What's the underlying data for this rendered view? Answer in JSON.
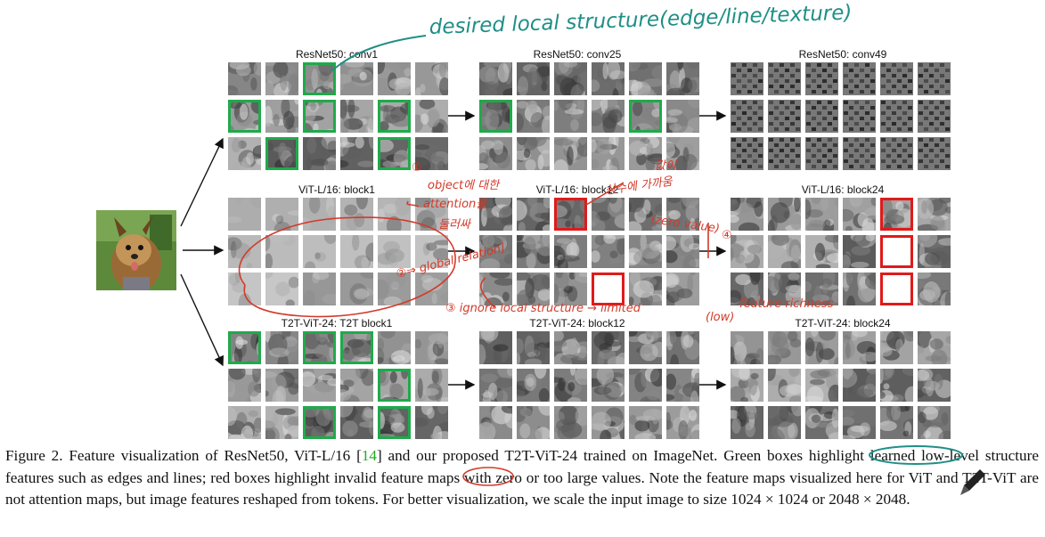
{
  "figure": {
    "input_image": "yorkshire-terrier-photo",
    "sections": [
      {
        "name": "resnet50",
        "grids": [
          {
            "label": "ResNet50: conv1",
            "highlights": {
              "green": [
                2,
                6,
                8,
                10,
                13,
                16
              ],
              "red": []
            },
            "style": "natural"
          },
          {
            "label": "ResNet50: conv25",
            "highlights": {
              "green": [
                6,
                10
              ],
              "red": []
            },
            "style": "texture"
          },
          {
            "label": "ResNet50: conv49",
            "highlights": {
              "green": [],
              "red": []
            },
            "style": "checker"
          }
        ]
      },
      {
        "name": "vit",
        "grids": [
          {
            "label": "ViT-L/16: block1",
            "highlights": {
              "green": [],
              "red": []
            },
            "style": "flat"
          },
          {
            "label": "ViT-L/16: block12",
            "highlights": {
              "green": [],
              "red": [
                2,
                15
              ]
            },
            "style": "noise"
          },
          {
            "label": "ViT-L/16: block24",
            "highlights": {
              "green": [],
              "red": [
                4,
                10,
                16
              ]
            },
            "style": "noise"
          }
        ]
      },
      {
        "name": "t2t-vit",
        "grids": [
          {
            "label": "T2T-ViT-24: T2T block1",
            "highlights": {
              "green": [
                0,
                2,
                3,
                10,
                14,
                16
              ],
              "red": []
            },
            "style": "natural"
          },
          {
            "label": "T2T-ViT-24: block12",
            "highlights": {
              "green": [],
              "red": []
            },
            "style": "noise"
          },
          {
            "label": "T2T-ViT-24: block24",
            "highlights": {
              "green": [],
              "red": []
            },
            "style": "noise"
          }
        ]
      }
    ],
    "colors": {
      "green": "#1faa4a",
      "red": "#e01a1a",
      "note_red": "#d23a2a",
      "note_teal": "#1f8f86"
    }
  },
  "annotations": {
    "teal_note": "desired local structure(edge/line/texture)",
    "red_notes": {
      "n1_a": "①",
      "n1_b": "object에 대한",
      "n1_c": "attention을",
      "n1_d": "둘러싸",
      "n2": "②⇒ global relation]",
      "n3": "③ ignore local structure → limited",
      "n3_low": "(low)",
      "n3_tail": "feature richness",
      "z1": "값이",
      "z2": "상수에 가까움",
      "z3": "(zero value)",
      "n4": "④"
    }
  },
  "caption": {
    "part1": "Figure 2. Feature visualization of ResNet50, ViT-L/16 [",
    "cite": "14",
    "part2": "] and our proposed T2T-ViT-24 trained on ImageNet. Green boxes highlight learned low-level structure features such as edges and lines; red boxes highlight invalid feature maps with zero or too large values. Note the feature maps visualized here for ViT and T2T-ViT are not attention maps, but image features reshaped from tokens. For better visualization, we scale the input image to size 1024 × 1024 or 2048 × 2048."
  }
}
